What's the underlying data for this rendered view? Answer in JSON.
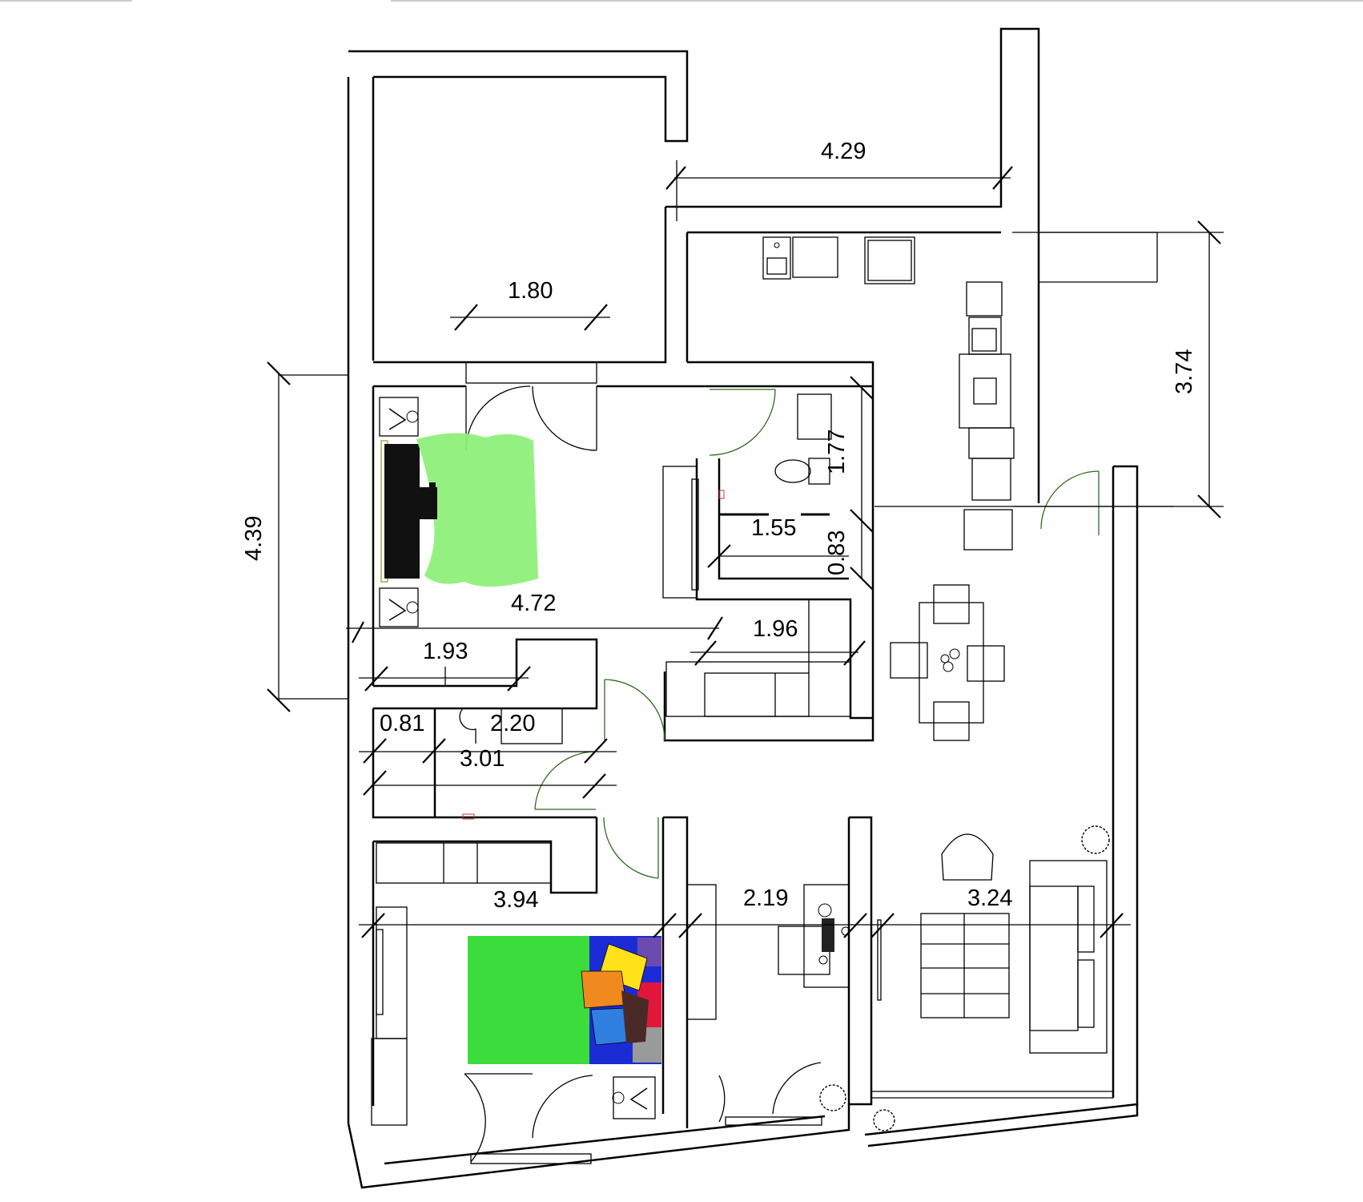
{
  "dimensions": {
    "d_429": "4.29",
    "d_180": "1.80",
    "d_374": "3.74",
    "d_439": "4.39",
    "d_177": "1.77",
    "d_155": "1.55",
    "d_083": "0.83",
    "d_472": "4.72",
    "d_196": "1.96",
    "d_193": "1.93",
    "d_081": "0.81",
    "d_220": "2.20",
    "d_301": "3.01",
    "d_394": "3.94",
    "d_219": "2.19",
    "d_324": "3.24"
  },
  "colors": {
    "wall": "#000000",
    "door_arc": "#2f6b1f",
    "bed_top": "#8ef07a",
    "bed_bottom": "#3ddc3d",
    "blanket_dark": "#111111",
    "pillow_yellow": "#ffe21a",
    "pillow_orange": "#f08a1e",
    "pillow_blue": "#2e7fe0",
    "pillow_navy": "#1b2bd6",
    "pillow_red": "#e0163a",
    "pillow_purple": "#6b4bb0",
    "pillow_brown": "#4a2a28",
    "pillow_grey": "#9a9a9a"
  }
}
